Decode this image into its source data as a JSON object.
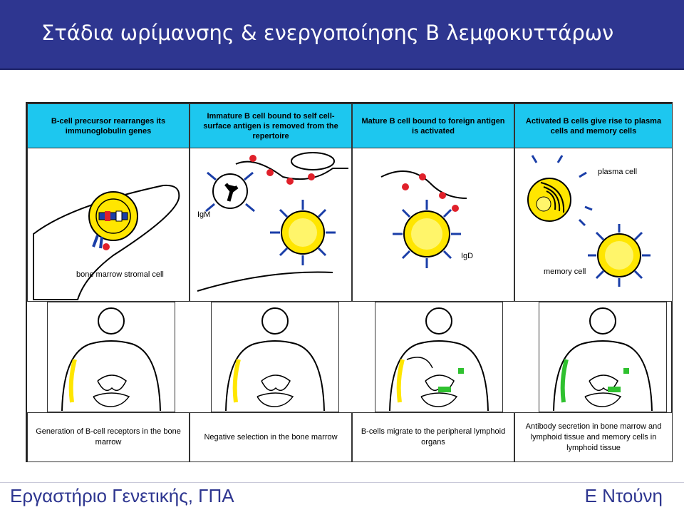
{
  "title": "Στάδια ωρίμανσης & ενεργοποίησης Β λεμφοκυττάρων",
  "panels": [
    {
      "caption": "B-cell precursor rearranges its immunoglobulin genes",
      "label": "bone marrow stromal cell"
    },
    {
      "caption": "Immature B cell bound to self cell-surface antigen is removed from the repertoire",
      "label": "IgM"
    },
    {
      "caption": "Mature B cell bound to foreign antigen is activated",
      "label": "IgD"
    },
    {
      "caption": "Activated B cells give rise to plasma cells and memory cells",
      "label_plasma": "plasma cell",
      "label_memory": "memory cell"
    }
  ],
  "bottom_captions": [
    "Generation of B-cell receptors in the bone marrow",
    "Negative selection in the bone marrow",
    "B-cells migrate to the peripheral lymphoid organs",
    "Antibody secretion in bone marrow and lymphoid tissue and memory cells in lymphoid tissue"
  ],
  "footer": {
    "left": "Εργαστήριο Γενετικής, ΓΠΑ",
    "right": "Ε Ντούνη"
  },
  "colors": {
    "title_bar": "#2e3690",
    "caption_bg": "#1dc7ef",
    "cell_yellow": "#ffe600",
    "receptor_blue": "#1a3ea8",
    "antigen_red": "#e0202a",
    "marrow_green": "#2fc12f"
  }
}
